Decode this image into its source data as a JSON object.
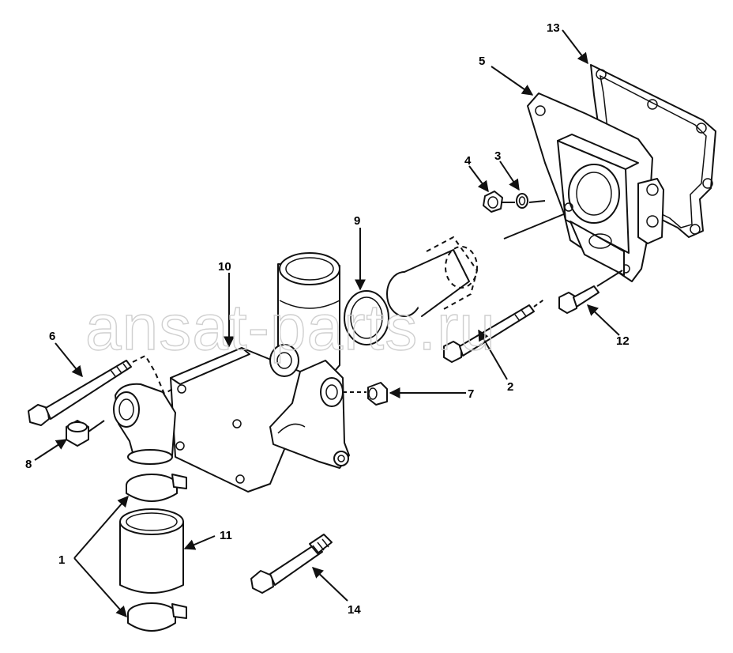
{
  "watermark": "ansat-parts.ru",
  "callouts": {
    "c1": "1",
    "c2": "2",
    "c3": "3",
    "c4": "4",
    "c5": "5",
    "c6": "6",
    "c7": "7",
    "c8": "8",
    "c9": "9",
    "c10": "10",
    "c11": "11",
    "c12": "12",
    "c13": "13",
    "c14": "14"
  },
  "colors": {
    "line": "#111111",
    "background": "#ffffff",
    "watermark": "#cfcfcf"
  }
}
